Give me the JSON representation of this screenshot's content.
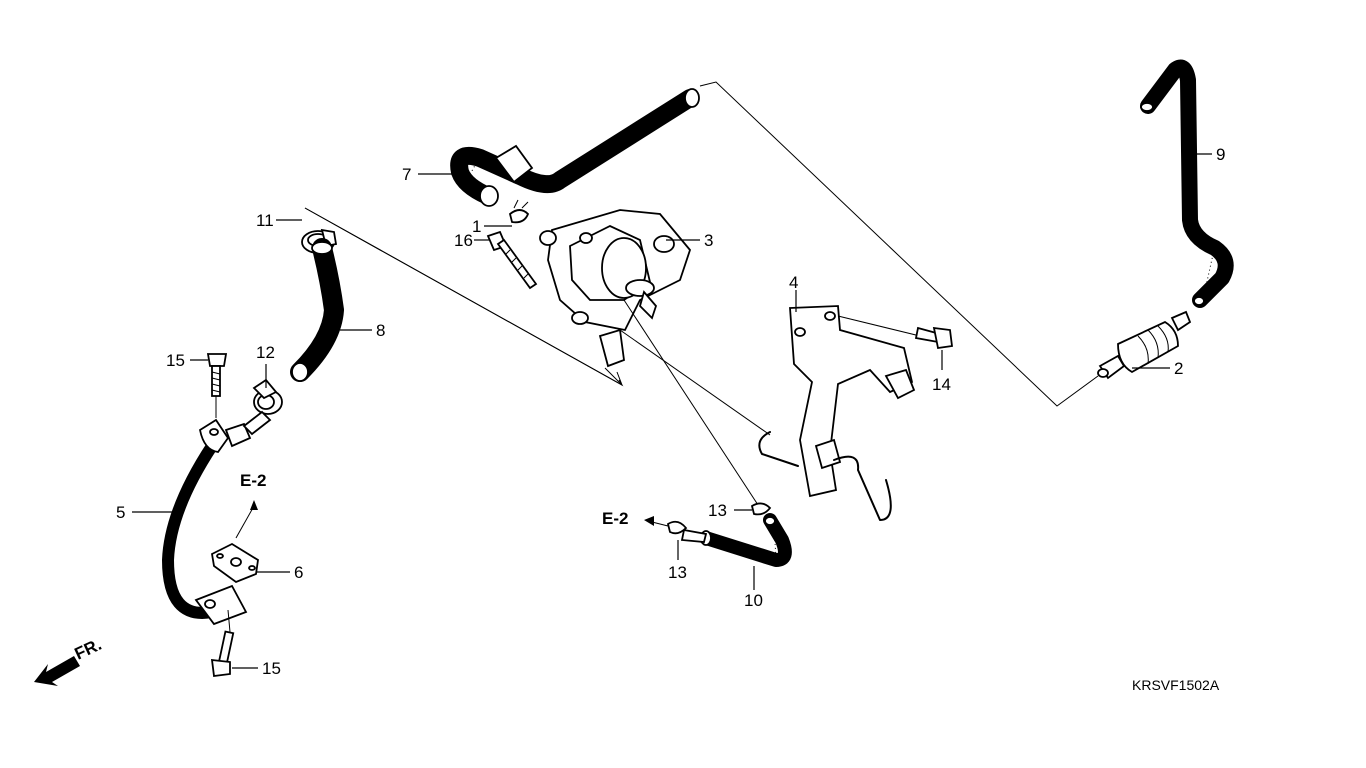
{
  "callouts": {
    "p1": "1",
    "p2": "2",
    "p3": "3",
    "p4": "4",
    "p5": "5",
    "p6": "6",
    "p7": "7",
    "p8": "8",
    "p9": "9",
    "p10": "10",
    "p11": "11",
    "p12": "12",
    "p13a": "13",
    "p13b": "13",
    "p14": "14",
    "p15a": "15",
    "p15b": "15",
    "p16": "16"
  },
  "references": {
    "e2_upper": "E-2",
    "e2_lower": "E-2"
  },
  "front_indicator": "FR.",
  "diagram_code": "KRSVF1502A"
}
